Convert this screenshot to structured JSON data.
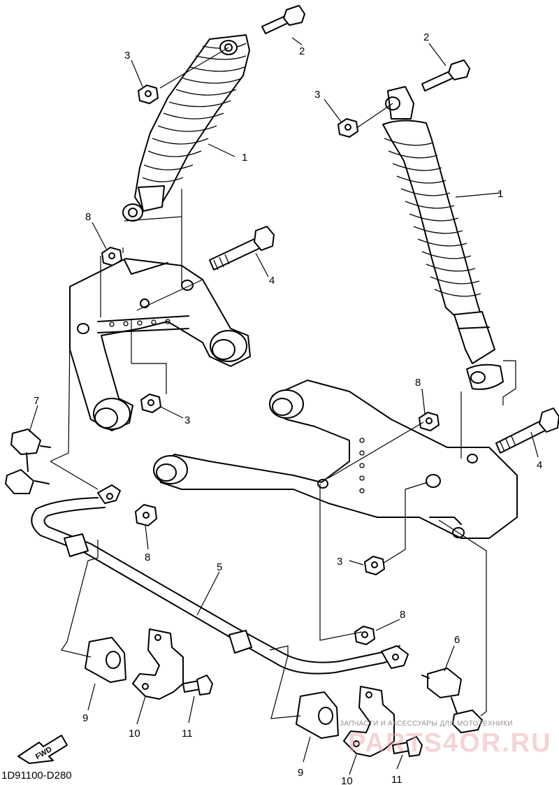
{
  "diagram": {
    "code": "1D91100-D280",
    "fwd_label": "FWD",
    "watermark_top": "ЗАПЧАСТИ И АКСЕССУАРЫ ДЛЯ МОТОТЕХНИКИ",
    "watermark_main": "PARTS4OR.RU",
    "callouts": [
      {
        "id": "c2a",
        "text": "2"
      },
      {
        "id": "c3a",
        "text": "3"
      },
      {
        "id": "c1a",
        "text": "1"
      },
      {
        "id": "c8a",
        "text": "8"
      },
      {
        "id": "c4a",
        "text": "4"
      },
      {
        "id": "c3b",
        "text": "3"
      },
      {
        "id": "c7",
        "text": "7"
      },
      {
        "id": "c8b",
        "text": "8"
      },
      {
        "id": "c5",
        "text": "5"
      },
      {
        "id": "c9a",
        "text": "9"
      },
      {
        "id": "c10a",
        "text": "10"
      },
      {
        "id": "c11a",
        "text": "11"
      },
      {
        "id": "c2b",
        "text": "2"
      },
      {
        "id": "c3c",
        "text": "3"
      },
      {
        "id": "c1b",
        "text": "1"
      },
      {
        "id": "c8c",
        "text": "8"
      },
      {
        "id": "c4b",
        "text": "4"
      },
      {
        "id": "c3d",
        "text": "3"
      },
      {
        "id": "c8d",
        "text": "8"
      },
      {
        "id": "c6",
        "text": "6"
      },
      {
        "id": "c9b",
        "text": "9"
      },
      {
        "id": "c10b",
        "text": "10"
      },
      {
        "id": "c11b",
        "text": "11"
      }
    ]
  }
}
